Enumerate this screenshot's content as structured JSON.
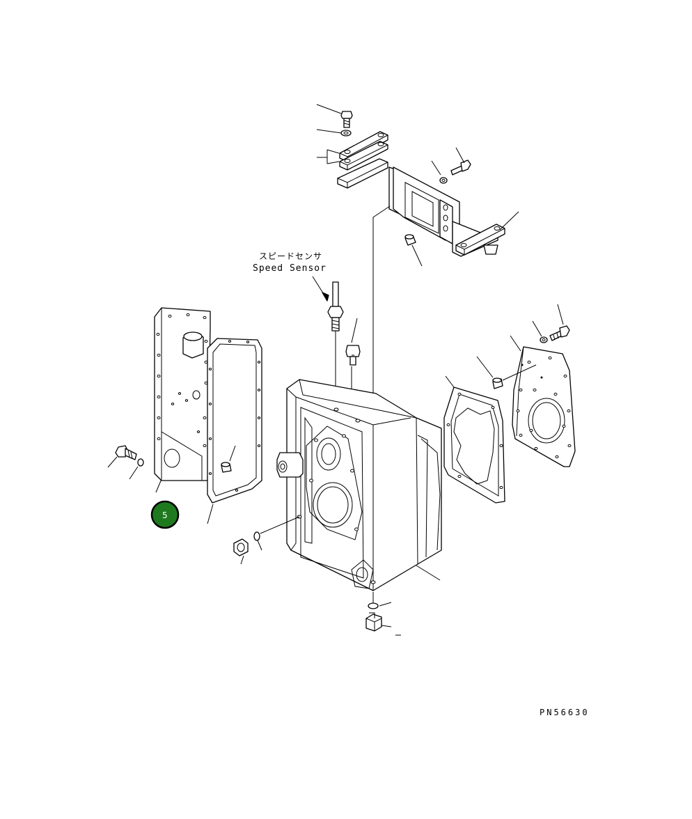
{
  "diagram": {
    "sensor_label_jp": "スピードセンサ",
    "sensor_label_en": "Speed Sensor",
    "part_code": "PN56630",
    "callout": {
      "number": "5",
      "color": "#1f7a1f"
    }
  }
}
